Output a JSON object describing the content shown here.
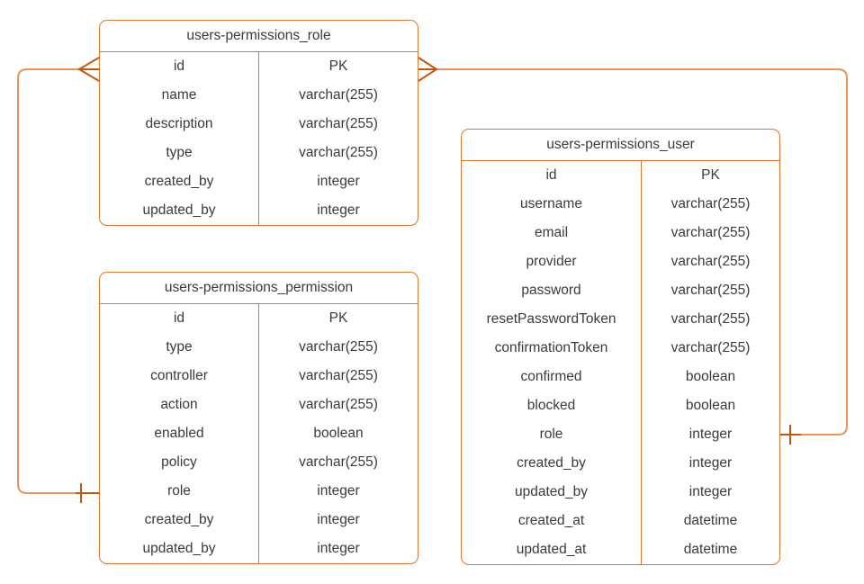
{
  "colors": {
    "background": "#ffffff",
    "table_border": "#dd7430",
    "connector": "#e8945a",
    "marker": "#c2570f",
    "text": "#3a3a3a"
  },
  "diagram": {
    "type": "entity-relationship",
    "tables": [
      {
        "title": "users-permissions_role",
        "rows": [
          {
            "field": "id",
            "type": "PK"
          },
          {
            "field": "name",
            "type": "varchar(255)"
          },
          {
            "field": "description",
            "type": "varchar(255)"
          },
          {
            "field": "type",
            "type": "varchar(255)"
          },
          {
            "field": "created_by",
            "type": "integer"
          },
          {
            "field": "updated_by",
            "type": "integer"
          }
        ]
      },
      {
        "title": "users-permissions_permission",
        "rows": [
          {
            "field": "id",
            "type": "PK"
          },
          {
            "field": "type",
            "type": "varchar(255)"
          },
          {
            "field": "controller",
            "type": "varchar(255)"
          },
          {
            "field": "action",
            "type": "varchar(255)"
          },
          {
            "field": "enabled",
            "type": "boolean"
          },
          {
            "field": "policy",
            "type": "varchar(255)"
          },
          {
            "field": "role",
            "type": "integer"
          },
          {
            "field": "created_by",
            "type": "integer"
          },
          {
            "field": "updated_by",
            "type": "integer"
          }
        ]
      },
      {
        "title": "users-permissions_user",
        "rows": [
          {
            "field": "id",
            "type": "PK"
          },
          {
            "field": "username",
            "type": "varchar(255)"
          },
          {
            "field": "email",
            "type": "varchar(255)"
          },
          {
            "field": "provider",
            "type": "varchar(255)"
          },
          {
            "field": "password",
            "type": "varchar(255)"
          },
          {
            "field": "resetPasswordToken",
            "type": "varchar(255)"
          },
          {
            "field": "confirmationToken",
            "type": "varchar(255)"
          },
          {
            "field": "confirmed",
            "type": "boolean"
          },
          {
            "field": "blocked",
            "type": "boolean"
          },
          {
            "field": "role",
            "type": "integer"
          },
          {
            "field": "created_by",
            "type": "integer"
          },
          {
            "field": "updated_by",
            "type": "integer"
          },
          {
            "field": "created_at",
            "type": "datetime"
          },
          {
            "field": "updated_at",
            "type": "datetime"
          }
        ]
      }
    ],
    "relationships": [
      {
        "from": "users-permissions_role.id",
        "to": "users-permissions_permission.role",
        "from_cardinality": "many",
        "to_cardinality": "one"
      },
      {
        "from": "users-permissions_role.id",
        "to": "users-permissions_user.role",
        "from_cardinality": "many",
        "to_cardinality": "one"
      }
    ]
  }
}
